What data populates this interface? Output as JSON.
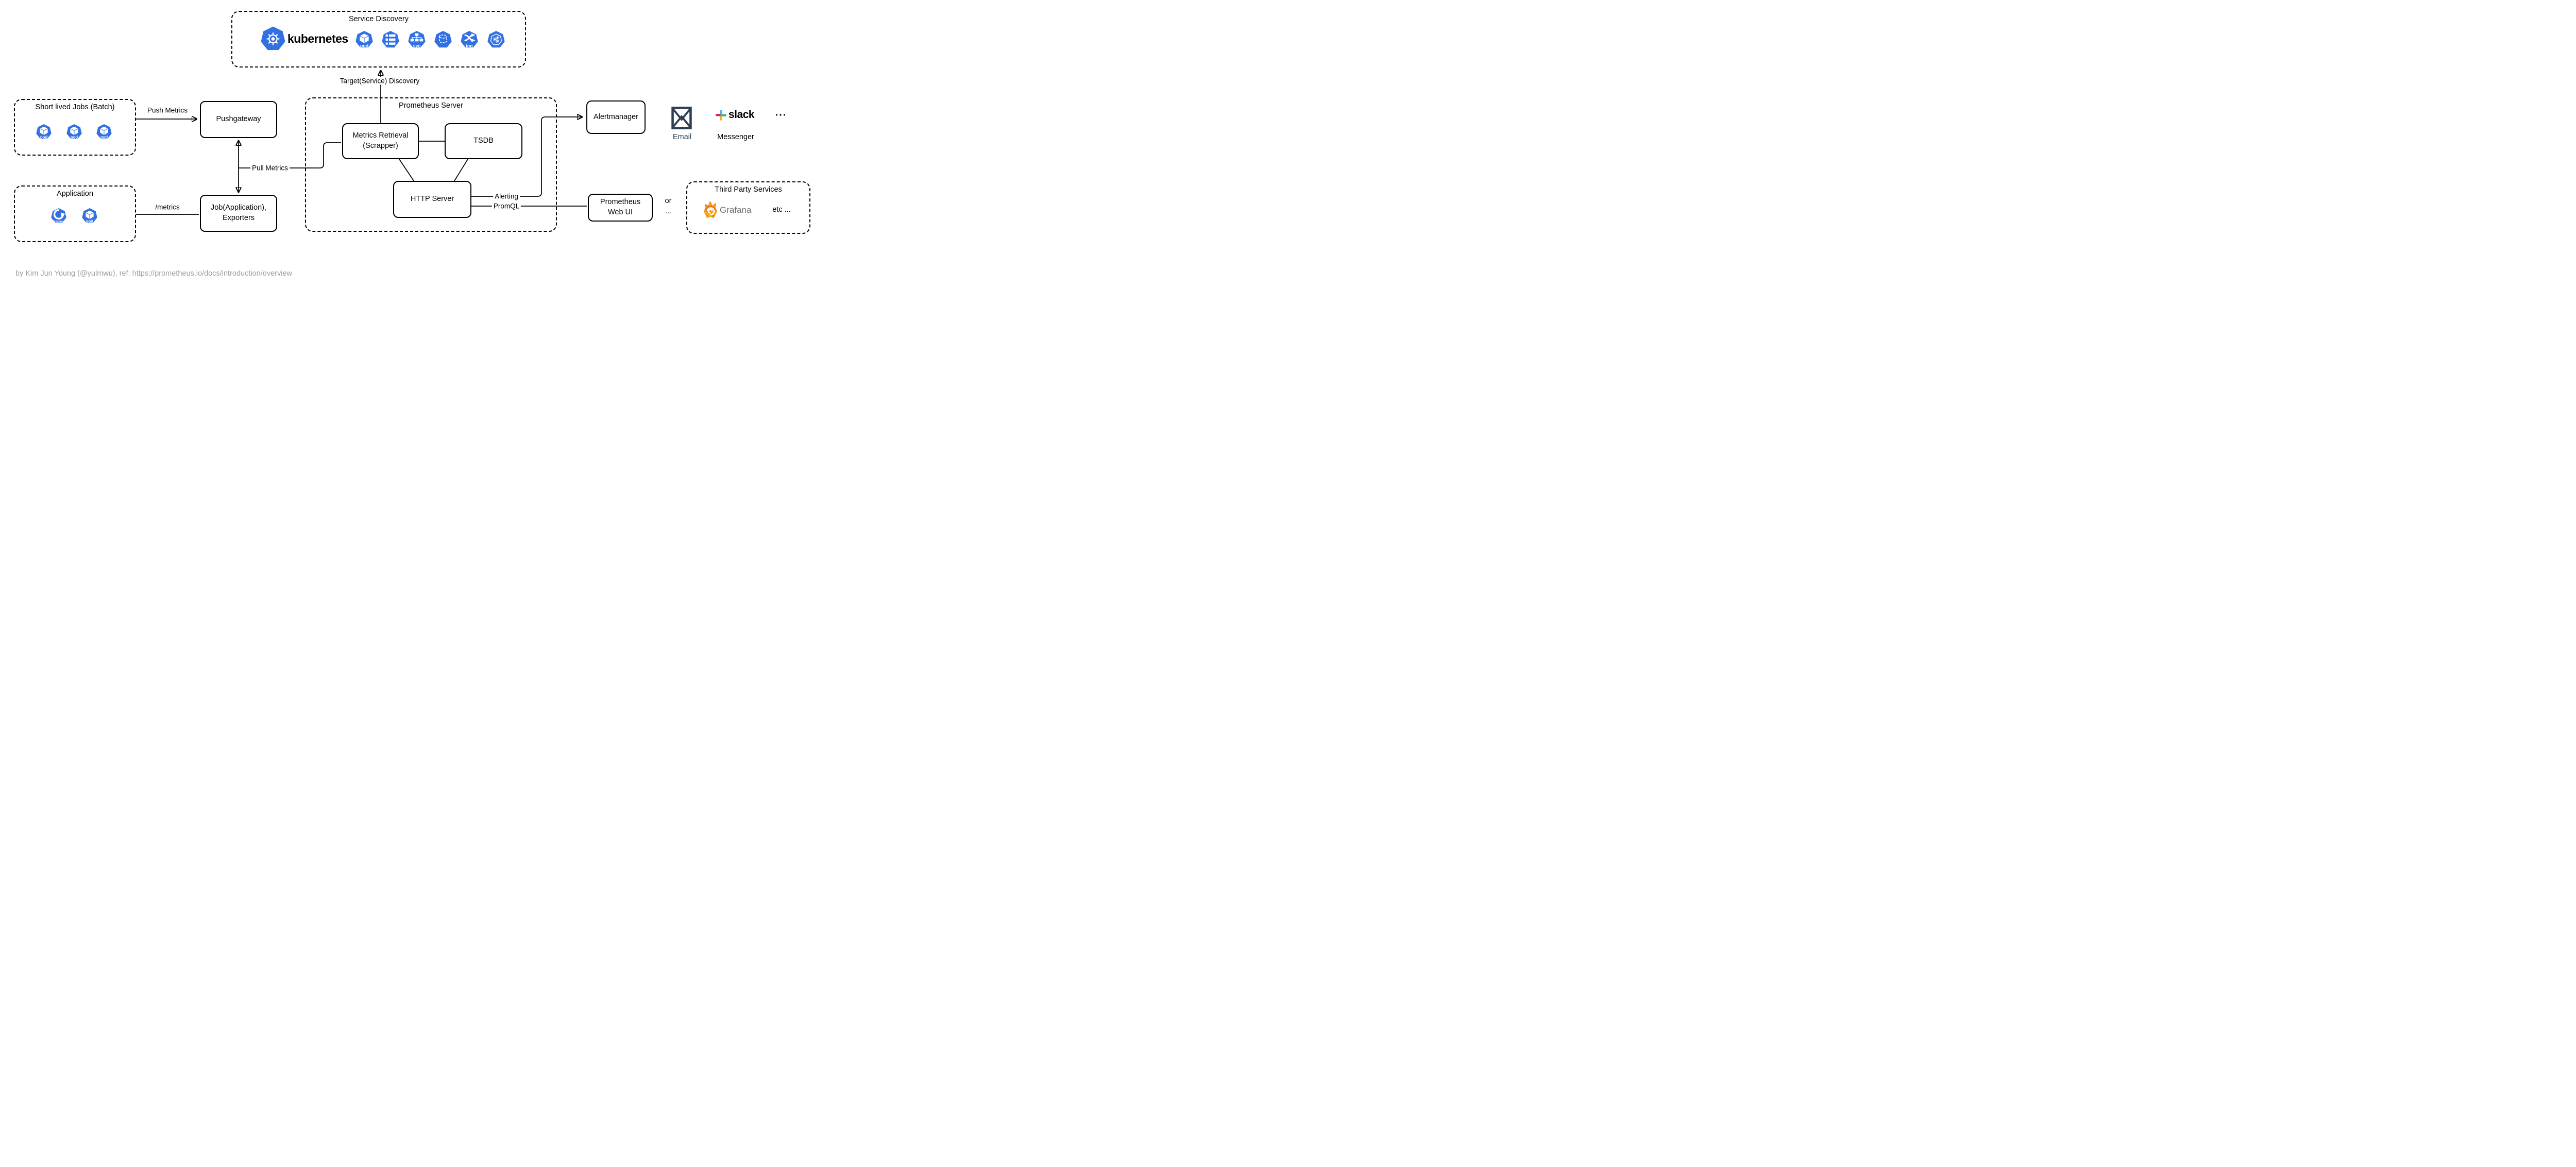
{
  "service_discovery": {
    "title": "Service Discovery",
    "kubernetes_label": "kubernetes",
    "icons": [
      {
        "name": "pod",
        "label": "pod"
      },
      {
        "name": "replicaset",
        "label": ""
      },
      {
        "name": "svc",
        "label": "svc"
      },
      {
        "name": "statefulset",
        "label": ""
      },
      {
        "name": "ing",
        "label": "ing"
      },
      {
        "name": "components",
        "label": ""
      }
    ]
  },
  "edges": {
    "target_discovery": "Target(Service) Discovery",
    "push_metrics": "Push Metrics",
    "pull_metrics": "Pull Metrics",
    "metrics_path": "/metrics",
    "alerting": "Alerting",
    "promql": "PromQL"
  },
  "boxes": {
    "short_lived_jobs": {
      "title": "Short lived Jobs (Batch)",
      "pods": [
        "pod",
        "pod",
        "pod"
      ]
    },
    "pushgateway": "Pushgateway",
    "application": {
      "title": "Application",
      "icons": [
        "deploy",
        "pod"
      ]
    },
    "job_exporters": {
      "line1": "Job(Application),",
      "line2": "Exporters"
    },
    "prometheus_server": {
      "title": "Prometheus Server",
      "metrics_retrieval": {
        "line1": "Metrics Retrieval",
        "line2": "(Scrapper)"
      },
      "tsdb": "TSDB",
      "http_server": "HTTP Server"
    },
    "alertmanager": "Alertmanager",
    "prometheus_web_ui": {
      "line1": "Prometheus",
      "line2": "Web UI"
    },
    "third_party": {
      "title": "Third Party Services",
      "grafana": "Grafana",
      "etc": "etc ..."
    }
  },
  "notifications": {
    "email": "Email",
    "slack": "slack",
    "messenger": "Messenger",
    "more": "..."
  },
  "between": {
    "or": "or",
    "dots": "..."
  },
  "footer": "by Kim Jun Young (@yulmwu), ref: https://prometheus.io/docs/introduction/overview",
  "colors": {
    "kubernetes_blue": "#3371E3",
    "email_icon": "#2D3E50",
    "slack_aqua": "#36C5F0",
    "slack_green": "#2EB67D",
    "slack_yellow": "#ECB22E",
    "slack_pink": "#E01E5A",
    "grafana_orange": "#F15B2A",
    "grafana_yellow": "#FBCA0A",
    "grafana_text": "#717174",
    "footer_text": "#9E9E9E"
  }
}
